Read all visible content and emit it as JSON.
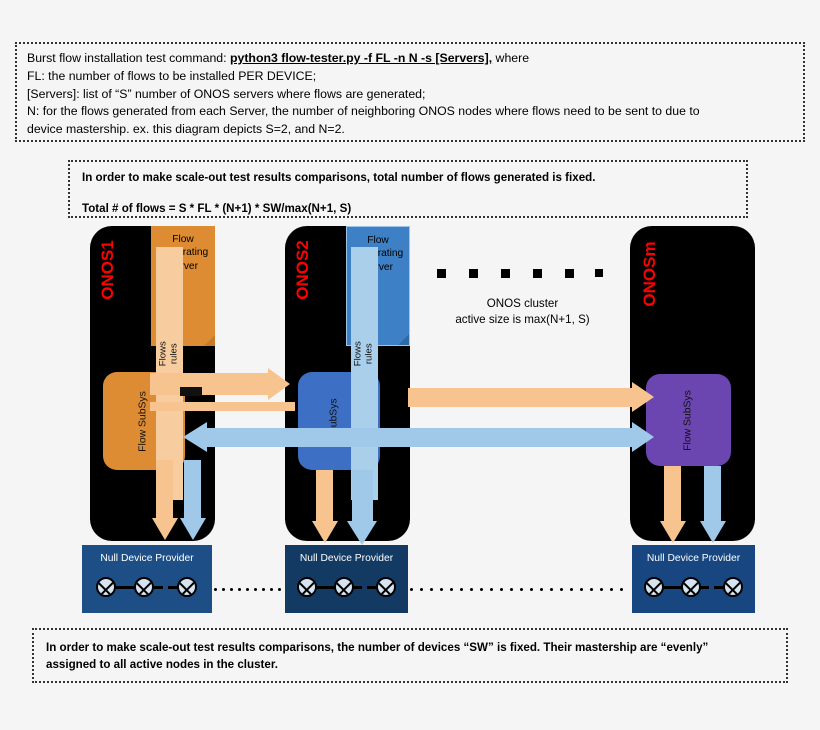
{
  "notes": {
    "top": {
      "l1_pre": "Burst flow installation test command: ",
      "l1_cmd": "python3 flow-tester.py -f FL -n N -s [Servers],",
      "l1_post": " where",
      "l2": "FL: the number of flows to be installed PER DEVICE;",
      "l3": "[Servers]: list of “S” number of ONOS servers where flows are generated;",
      "l4": "N: for the flows generated from each Server, the number of neighboring ONOS nodes where flows need to be sent to due to",
      "l5": "device mastership. ex. this diagram depicts S=2, and N=2."
    },
    "middle": {
      "l1": "In order to make scale-out test results comparisons, total number of flows generated is fixed.",
      "l2": "Total # of flows = S * FL * (N+1) * SW/max(N+1, S)"
    },
    "bottom": {
      "l1": "In order to make scale-out test results comparisons, the number of devices “SW” is fixed. Their mastership are “evenly”",
      "l2": "assigned to all active nodes in the cluster."
    }
  },
  "nodes": [
    {
      "id": "onos1",
      "label": "ONOS1",
      "server_label": "Flow\nGenerating\nServer",
      "server_line1": "Flow",
      "server_line2": "Generating",
      "server_line3": "Server",
      "band_label": "Flows\nrules",
      "band_line1": "Flows",
      "band_line2": "rules",
      "subsys_label": "Flow SubSys",
      "color": "#de8c33",
      "band_color": "#f7cda0"
    },
    {
      "id": "onos2",
      "label": "ONOS2",
      "server_line1": "Flow",
      "server_line2": "Generating",
      "server_line3": "Server",
      "band_line1": "Flows",
      "band_line2": "rules",
      "subsys_label": "w SubSys",
      "color": "#3d80c6",
      "band_color": "#a9cfeb"
    },
    {
      "id": "onosm",
      "label": "ONOSm",
      "subsys_label": "Flow SubSys",
      "color": "#6b46b0"
    }
  ],
  "cluster": {
    "caption_line1": "ONOS cluster",
    "caption_line2": "active size is max(N+1, S)",
    "dot_count": 6
  },
  "device_panels": [
    {
      "id": "ndp1",
      "title": "Null Device Provider",
      "device_count": 3
    },
    {
      "id": "ndp2",
      "title": "Null Device Provider",
      "device_count": 3
    },
    {
      "id": "ndpm",
      "title": "Null Device Provider",
      "device_count": 3
    }
  ],
  "colors": {
    "node_shell": "#000000",
    "node_label": "#ff0000",
    "orange": "#de8c33",
    "orange_light": "#f7c48f",
    "blue": "#3d80c6",
    "blue_light": "#a0c8e8",
    "purple": "#6b46b0",
    "device_panel": "#174b82",
    "background": "#f5f5f5"
  }
}
